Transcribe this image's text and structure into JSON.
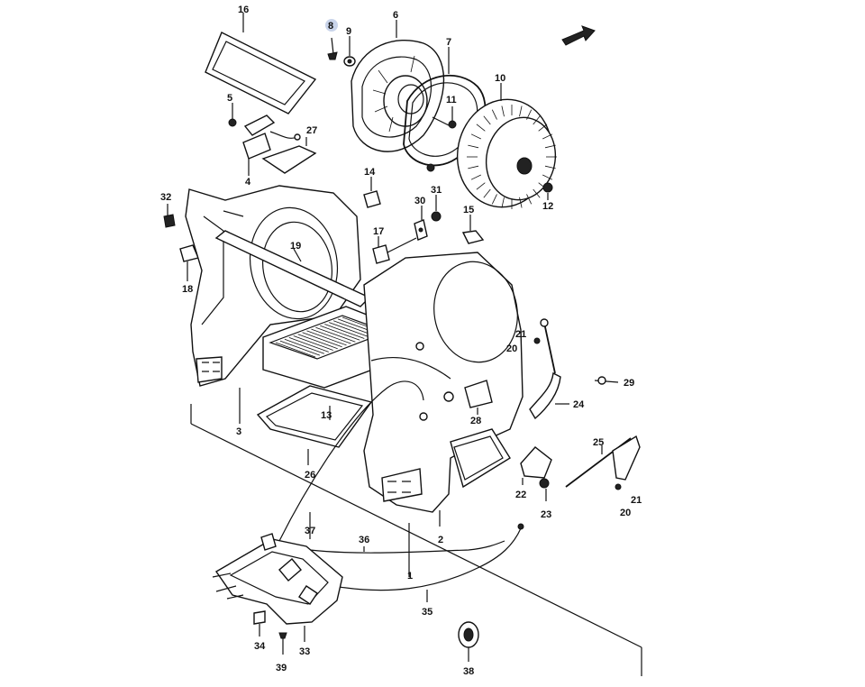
{
  "diagram": {
    "callouts": [
      {
        "id": "c16",
        "label": "16"
      },
      {
        "id": "c8",
        "label": "8"
      },
      {
        "id": "c9",
        "label": "9"
      },
      {
        "id": "c6",
        "label": "6"
      },
      {
        "id": "c7",
        "label": "7"
      },
      {
        "id": "c10",
        "label": "10"
      },
      {
        "id": "c11",
        "label": "11"
      },
      {
        "id": "c5",
        "label": "5"
      },
      {
        "id": "c27",
        "label": "27"
      },
      {
        "id": "c4",
        "label": "4"
      },
      {
        "id": "c14",
        "label": "14"
      },
      {
        "id": "c30",
        "label": "30"
      },
      {
        "id": "c31",
        "label": "31"
      },
      {
        "id": "c12",
        "label": "12"
      },
      {
        "id": "c32",
        "label": "32"
      },
      {
        "id": "c15",
        "label": "15"
      },
      {
        "id": "c19",
        "label": "19"
      },
      {
        "id": "c17",
        "label": "17"
      },
      {
        "id": "c18",
        "label": "18"
      },
      {
        "id": "c21a",
        "label": "21"
      },
      {
        "id": "c20a",
        "label": "20"
      },
      {
        "id": "c29",
        "label": "29"
      },
      {
        "id": "c24",
        "label": "24"
      },
      {
        "id": "c28",
        "label": "28"
      },
      {
        "id": "c13",
        "label": "13"
      },
      {
        "id": "c3",
        "label": "3"
      },
      {
        "id": "c25",
        "label": "25"
      },
      {
        "id": "c26",
        "label": "26"
      },
      {
        "id": "c22",
        "label": "22"
      },
      {
        "id": "c23",
        "label": "23"
      },
      {
        "id": "c21b",
        "label": "21"
      },
      {
        "id": "c20b",
        "label": "20"
      },
      {
        "id": "c37",
        "label": "37"
      },
      {
        "id": "c2",
        "label": "2"
      },
      {
        "id": "c36",
        "label": "36"
      },
      {
        "id": "c1",
        "label": "1"
      },
      {
        "id": "c35",
        "label": "35"
      },
      {
        "id": "c34",
        "label": "34"
      },
      {
        "id": "c33",
        "label": "33"
      },
      {
        "id": "c39",
        "label": "39"
      },
      {
        "id": "c38",
        "label": "38"
      }
    ],
    "highlight_color": "#c9d4ea",
    "line_color": "#111111"
  }
}
